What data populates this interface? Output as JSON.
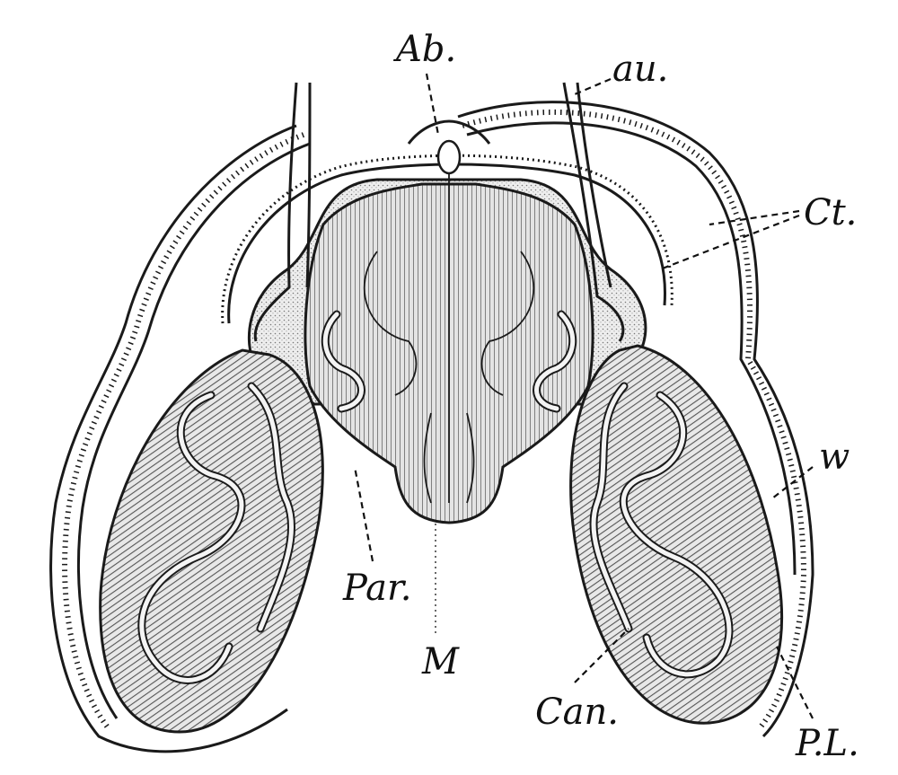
{
  "figure": {
    "labels": {
      "ab": "Ab.",
      "au": "au.",
      "ct": "Ct.",
      "w": "w",
      "par": "Par.",
      "m": "M",
      "can": "Can.",
      "pl": "P.L."
    }
  }
}
